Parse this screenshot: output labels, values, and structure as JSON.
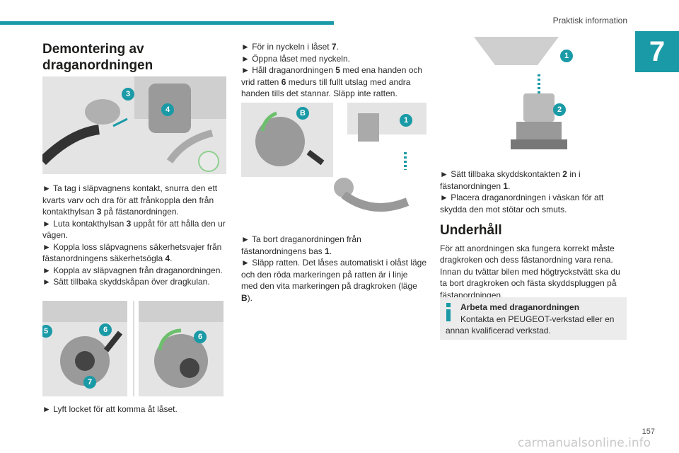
{
  "header": {
    "section_title": "Praktisk information",
    "chapter": "7"
  },
  "left": {
    "title": "Demontering av draganordningen",
    "steps": [
      [
        {
          "t": "► Ta tag i släpvagnens kontakt, snurra den ett kvarts varv och dra för att frånkoppla den från kontakthylsan "
        },
        {
          "b": "3"
        },
        {
          "t": " på fästanordningen."
        }
      ],
      [
        {
          "t": "► Luta kontakthylsan "
        },
        {
          "b": "3"
        },
        {
          "t": " uppåt för att hålla den ur vägen."
        }
      ],
      [
        {
          "t": "► Koppla loss släpvagnens säkerhetsvajer från fästanordningens säkerhetsögla "
        },
        {
          "b": "4"
        },
        {
          "t": "."
        }
      ],
      [
        {
          "t": "► Koppla av släpvagnen från draganordningen."
        }
      ],
      [
        {
          "t": "► Sätt tillbaka skyddskåpan över dragkulan."
        }
      ]
    ],
    "step_last": "► Lyft locket för att komma åt låset.",
    "fig1_badges": [
      "3",
      "4"
    ],
    "fig2_badges": [
      "5",
      "6",
      "7"
    ],
    "fig3_badges": [
      "6"
    ]
  },
  "middle": {
    "steps_top": [
      [
        {
          "t": "► För in nyckeln i låset "
        },
        {
          "b": "7"
        },
        {
          "t": "."
        }
      ],
      [
        {
          "t": "► Öppna låset med nyckeln."
        }
      ],
      [
        {
          "t": "► Håll draganordningen "
        },
        {
          "b": "5"
        },
        {
          "t": " med ena handen och vrid ratten "
        },
        {
          "b": "6"
        },
        {
          "t": " medurs till fullt utslag med andra handen tills det stannar. Släpp inte ratten."
        }
      ]
    ],
    "steps_bottom": [
      [
        {
          "t": "► Ta bort draganordningen från fästanordningens bas "
        },
        {
          "b": "1"
        },
        {
          "t": "."
        }
      ],
      [
        {
          "t": "► Släpp ratten. Det låses automatiskt i olåst läge och den röda markeringen på ratten är i linje med den vita markeringen på dragkroken (läge "
        },
        {
          "b": "B"
        },
        {
          "t": ")."
        }
      ]
    ],
    "fig_badges": [
      "B",
      "1"
    ]
  },
  "right": {
    "fig_badges": [
      "1",
      "2"
    ],
    "steps": [
      [
        {
          "t": "► Sätt tillbaka skyddskontakten "
        },
        {
          "b": "2"
        },
        {
          "t": " in i fästanordningen "
        },
        {
          "b": "1"
        },
        {
          "t": "."
        }
      ],
      [
        {
          "t": "► Placera draganordningen i väskan för att skydda den mot stötar och smuts."
        }
      ]
    ],
    "maintenance_title": "Underhåll",
    "maintenance_text": "För att anordningen ska fungera korrekt måste dragkroken och dess fästanordning vara rena. Innan du tvättar bilen med högtryckstvätt ska du ta bort dragkroken och fästa skyddspluggen på fästanordningen.",
    "info_title": "Arbeta med draganordningen",
    "info_text": "Kontakta en PEUGEOT-verkstad eller en annan kvalificerad verkstad."
  },
  "footer": {
    "page_number": "157",
    "watermark": "carmanualsonline.info"
  },
  "colors": {
    "accent": "#1a9aa6",
    "illustration_bg": "#e4e4e4",
    "info_bg": "#ececec"
  }
}
